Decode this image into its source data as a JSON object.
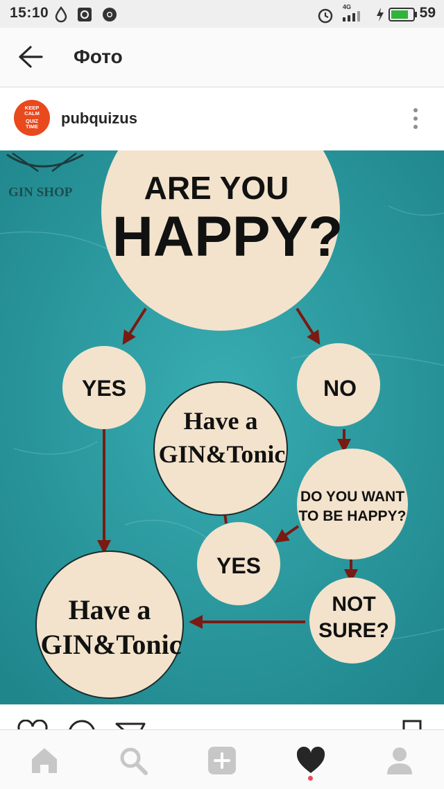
{
  "status_bar": {
    "time": "15:10",
    "network": "4G",
    "battery": "59"
  },
  "header": {
    "title": "Фото"
  },
  "post": {
    "username": "pubquizus",
    "avatar_text": [
      "KEEP",
      "CALM",
      "QUIZ",
      "TIME"
    ]
  },
  "flowchart": {
    "brand": "GIN SHOP",
    "question_line1": "ARE YOU",
    "question_line2": "HAPPY?",
    "yes_left": "YES",
    "no": "NO",
    "result_top_line1": "Have a",
    "result_top_line2": "GIN&Tonic",
    "want_line1": "DO YOU WANT",
    "want_line2": "TO BE HAPPY?",
    "yes_middle": "YES",
    "not_sure_line1": "NOT",
    "not_sure_line2": "SURE?",
    "result_bottom_line1": "Have a",
    "result_bottom_line2": "GIN&Tonic"
  },
  "colors": {
    "background_teal": "#2e9ca2",
    "circle_fill": "#f3e3cc",
    "avatar_orange": "#e8491d",
    "notification_dot": "#ed4956"
  },
  "icons": {
    "tabs": [
      "home-icon",
      "search-icon",
      "add-icon",
      "activity-heart-icon",
      "profile-icon"
    ],
    "actions": [
      "like-icon",
      "comment-icon",
      "share-icon",
      "bookmark-icon"
    ]
  }
}
